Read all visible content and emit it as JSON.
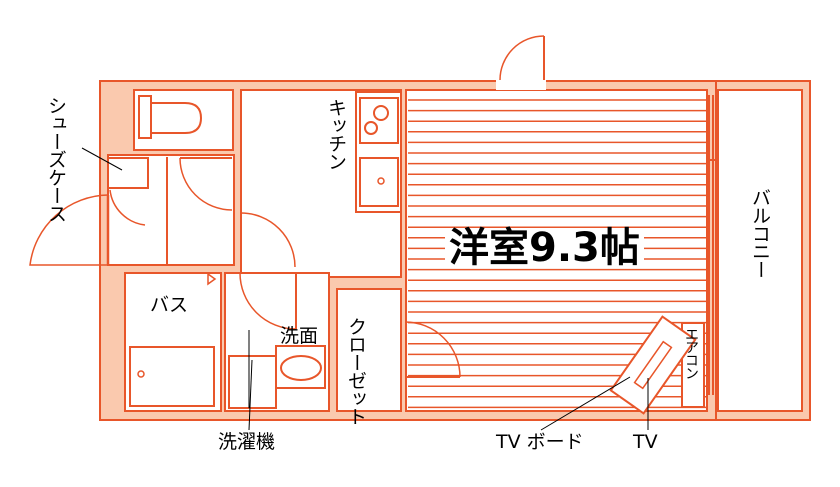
{
  "rooms": {
    "main": "洋室9.3帖",
    "kitchen": "キッチン",
    "shoe_case": "シューズケース",
    "bath": "バス",
    "washbasin": "洗面",
    "closet": "クローゼット",
    "aircon": "エアコン",
    "balcony": "バルコニー",
    "washer": "洗濯機",
    "tv_board": "TV ボード",
    "tv": "TV"
  },
  "colors": {
    "line": "#e8562a",
    "fill": "#fac9ae",
    "room": "#ffffff"
  }
}
